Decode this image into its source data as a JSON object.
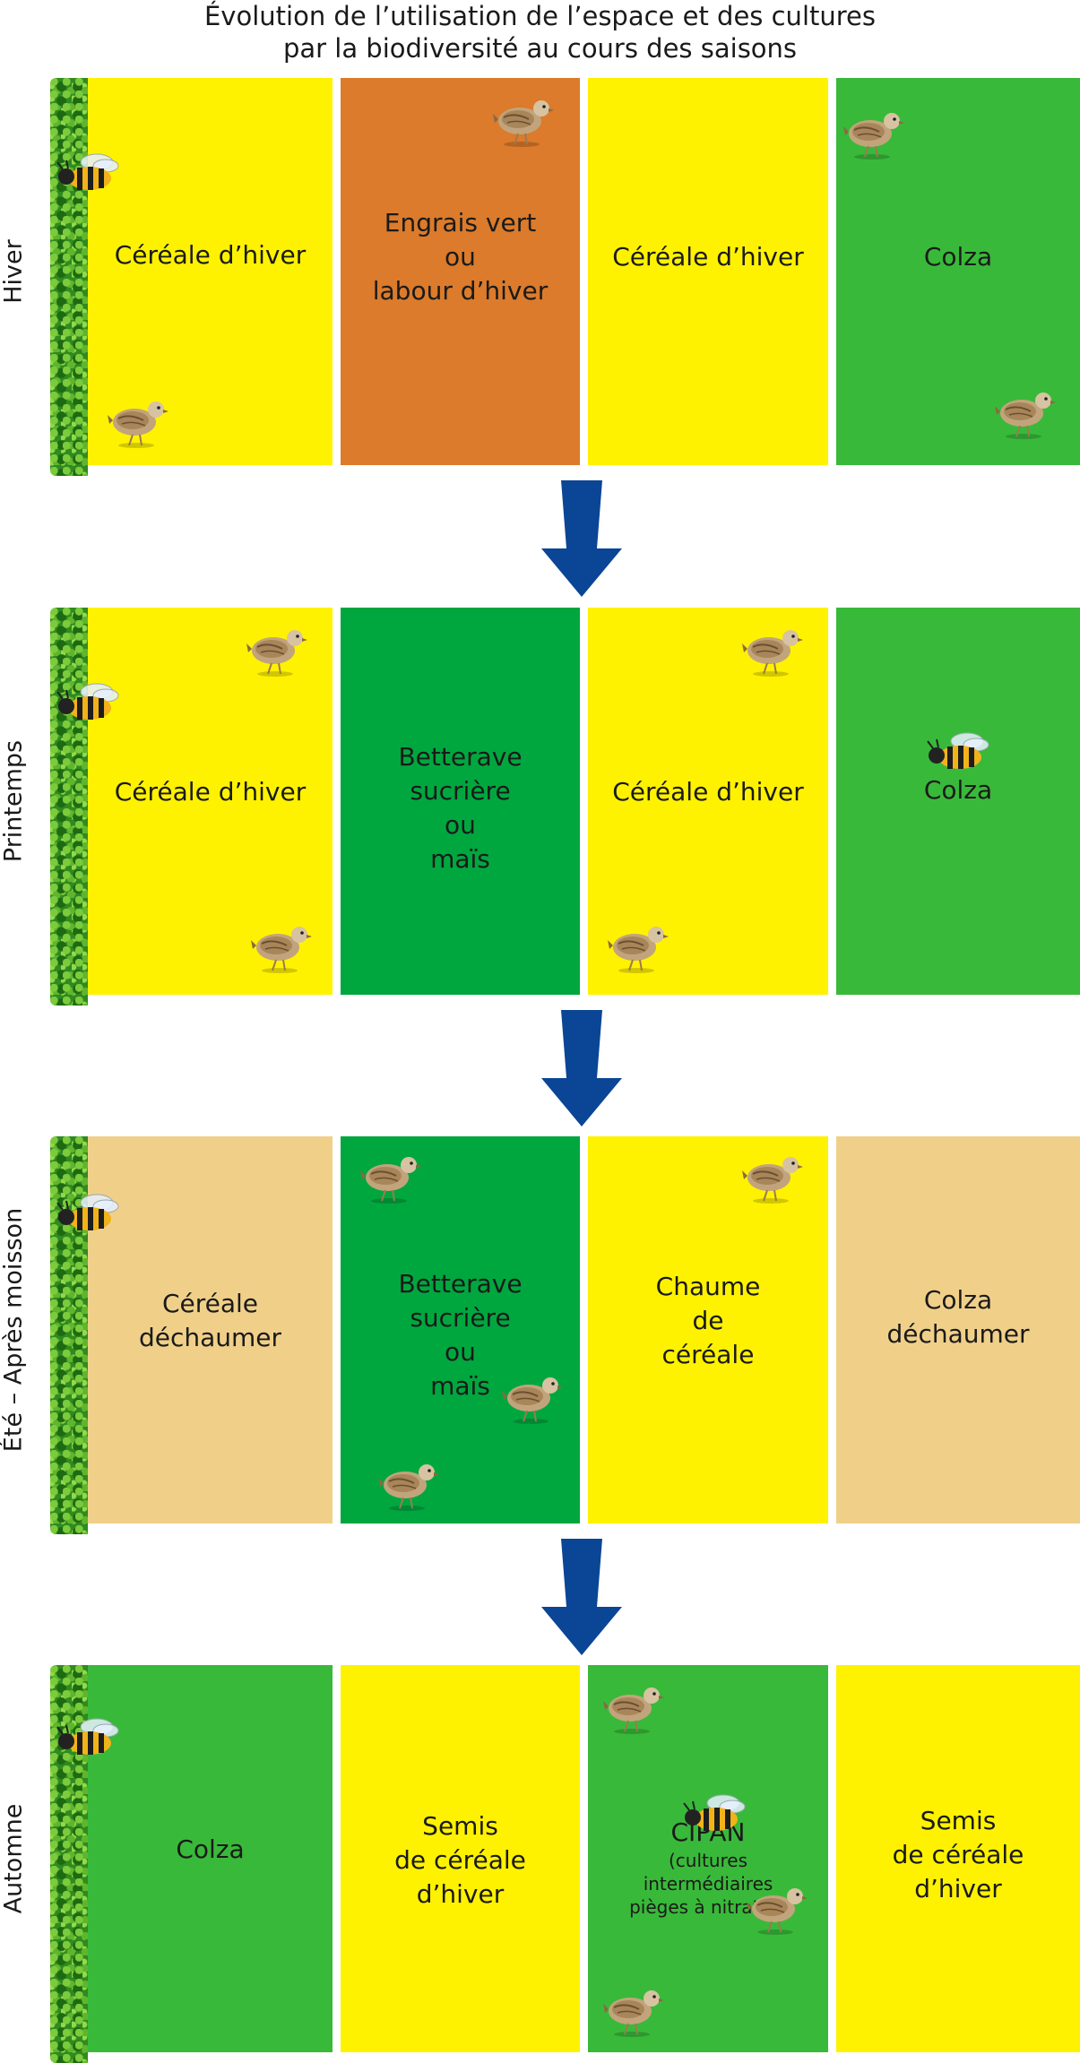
{
  "title": {
    "line1": "Évolution de l’utilisation de l’espace et des cultures",
    "line2": "par la biodiversité au cours des saisons"
  },
  "colors": {
    "yellow": "#fff200",
    "orange": "#db7b2b",
    "green_light": "#39b93a",
    "green_dark": "#00a73f",
    "beige": "#f0d089",
    "arrow": "#0a4596",
    "hedge": "#2f8a1f"
  },
  "icons": {
    "bird": "partridge-icon",
    "bee": "bee-icon",
    "arrow": "down-arrow-icon"
  },
  "seasons": [
    {
      "label": "Hiver",
      "fields": [
        {
          "text": "Céréale d’hiver",
          "color": "#fff200"
        },
        {
          "text": "Engrais vert\nou\nlabour d’hiver",
          "color": "#db7b2b"
        },
        {
          "text": "Céréale d’hiver",
          "color": "#fff200"
        },
        {
          "text": "Colza",
          "color": "#39b93a"
        }
      ]
    },
    {
      "label": "Printemps",
      "fields": [
        {
          "text": "Céréale d’hiver",
          "color": "#fff200"
        },
        {
          "text": "Betterave\nsucrière\nou\nmaïs",
          "color": "#00a73f"
        },
        {
          "text": "Céréale d’hiver",
          "color": "#fff200"
        },
        {
          "text": "Colza",
          "color": "#39b93a"
        }
      ]
    },
    {
      "label": "Été – Après moisson",
      "fields": [
        {
          "text": "Céréale\ndéchaumer",
          "color": "#f0d089"
        },
        {
          "text": "Betterave\nsucrière\nou\nmaïs",
          "color": "#00a73f"
        },
        {
          "text": "Chaume\nde\ncéréale",
          "color": "#fff200"
        },
        {
          "text": "Colza\ndéchaumer",
          "color": "#f0d089"
        }
      ]
    },
    {
      "label": "Automne",
      "fields": [
        {
          "text": "Colza",
          "color": "#39b93a"
        },
        {
          "text": "Semis\nde céréale\nd’hiver",
          "color": "#fff200"
        },
        {
          "text": "CIPAN",
          "sub": "(cultures\nintermédiaires\npièges à nitrates)",
          "color": "#39b93a"
        },
        {
          "text": "Semis\nde céréale\nd’hiver",
          "color": "#fff200"
        }
      ]
    }
  ]
}
